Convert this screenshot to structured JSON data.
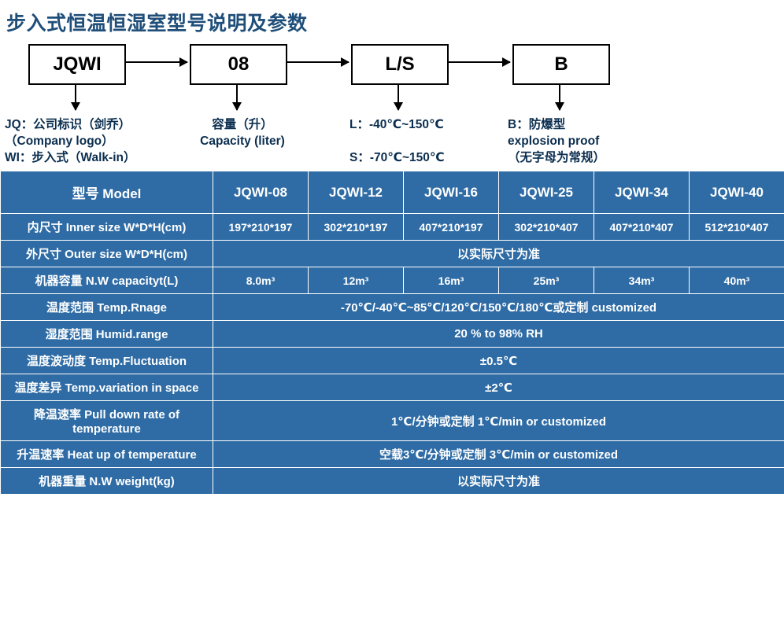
{
  "title": "步入式恒温恒湿室型号说明及参数",
  "diagram": {
    "boxes": [
      {
        "name": "model-prefix",
        "label": "JQWI"
      },
      {
        "name": "capacity-code",
        "label": "08"
      },
      {
        "name": "temp-range-code",
        "label": "L/S"
      },
      {
        "name": "explosion-code",
        "label": "B"
      }
    ],
    "captions": [
      "JQ：公司标识（剑乔）\n（Company logo）\nWI：步入式（Walk-in）",
      "容量（升）\nCapacity (liter)",
      "L：-40℃~150℃\n\nS：-70℃~150℃",
      "B：防爆型\nexplosion proof\n（无字母为常规）"
    ]
  },
  "table": {
    "header": {
      "label": "型号 Model",
      "models": [
        "JQWI-08",
        "JQWI-12",
        "JQWI-16",
        "JQWI-25",
        "JQWI-34",
        "JQWI-40"
      ]
    },
    "rows": [
      {
        "label": "内尺寸 Inner size W*D*H(cm)",
        "type": "cells",
        "values": [
          "197*210*197",
          "302*210*197",
          "407*210*197",
          "302*210*407",
          "407*210*407",
          "512*210*407"
        ]
      },
      {
        "label": "外尺寸 Outer size W*D*H(cm)",
        "type": "span",
        "value": "以实际尺寸为准"
      },
      {
        "label": "机器容量 N.W capacityt(L)",
        "type": "cells",
        "values": [
          "8.0m³",
          "12m³",
          "16m³",
          "25m³",
          "34m³",
          "40m³"
        ]
      },
      {
        "label": "温度范围 Temp.Rnage",
        "type": "span",
        "value": "-70℃/-40℃~85℃/120℃/150℃/180℃或定制 customized"
      },
      {
        "label": "湿度范围 Humid.range",
        "type": "span",
        "value": "20 % to 98% RH"
      },
      {
        "label": "温度波动度 Temp.Fluctuation",
        "type": "span",
        "value": "±0.5℃"
      },
      {
        "label": "温度差异 Temp.variation in space",
        "type": "span",
        "value": "±2℃"
      },
      {
        "label": "降温速率 Pull down rate of temperature",
        "type": "span",
        "value": "1℃/分钟或定制    1℃/min or customized"
      },
      {
        "label": "升温速率 Heat up of temperature",
        "type": "span",
        "value": "空载3℃/分钟或定制 3℃/min or customized"
      },
      {
        "label": "机器重量 N.W weight(kg)",
        "type": "span",
        "value": "以实际尺寸为准"
      }
    ]
  }
}
